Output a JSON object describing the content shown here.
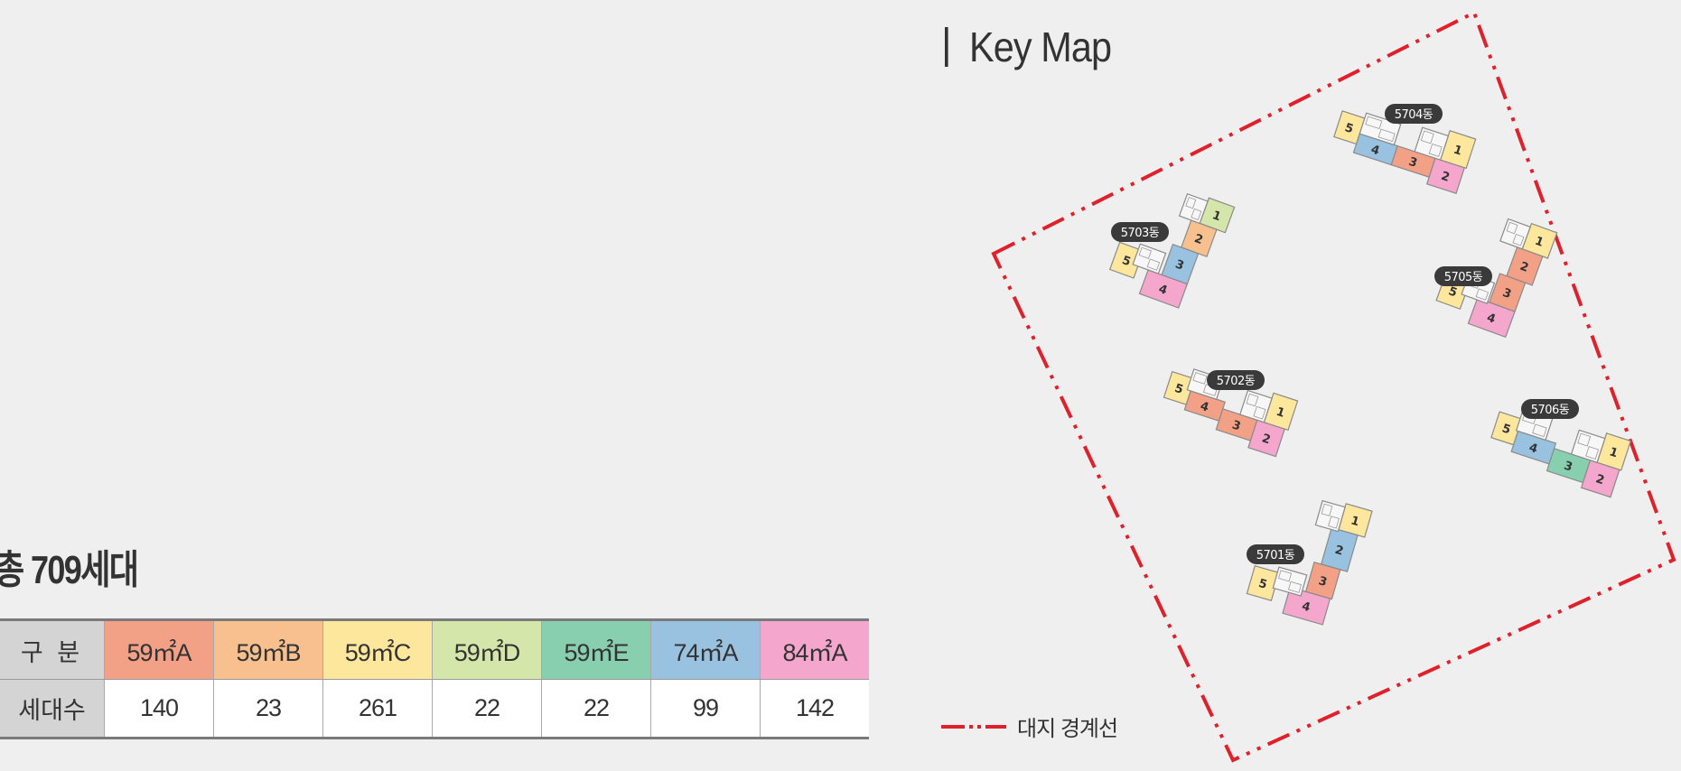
{
  "total": "총 709세대",
  "table": {
    "head_label": "구 분",
    "count_label": "세대수",
    "types": [
      {
        "name": "59㎡A",
        "count": "140",
        "color": "#f2a086"
      },
      {
        "name": "59㎡B",
        "count": "23",
        "color": "#f7c08e"
      },
      {
        "name": "59㎡C",
        "count": "261",
        "color": "#fce79c"
      },
      {
        "name": "59㎡D",
        "count": "22",
        "color": "#d4e6a9"
      },
      {
        "name": "59㎡E",
        "count": "22",
        "color": "#88cfb0"
      },
      {
        "name": "74㎡A",
        "count": "99",
        "color": "#98c2e0"
      },
      {
        "name": "84㎡A",
        "count": "142",
        "color": "#f4a6cd"
      }
    ]
  },
  "keymap": {
    "title": "Key Map",
    "legend_label": "대지 경계선",
    "boundary_color": "#e0202a",
    "buildings": [
      {
        "label": "5704동"
      },
      {
        "label": "5703동"
      },
      {
        "label": "5705동"
      },
      {
        "label": "5702동"
      },
      {
        "label": "5706동"
      },
      {
        "label": "5701동"
      }
    ]
  }
}
